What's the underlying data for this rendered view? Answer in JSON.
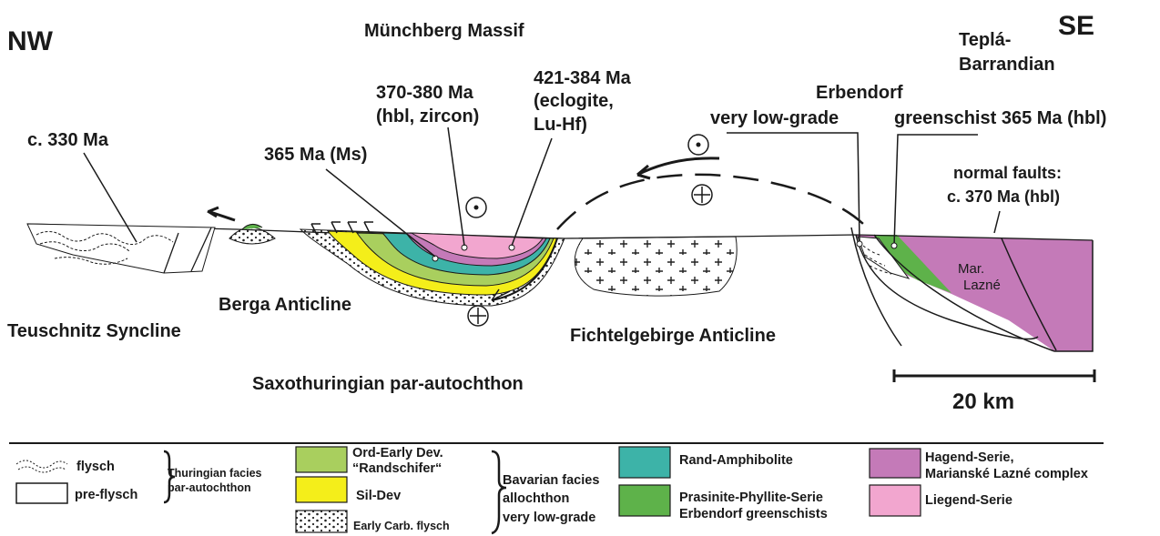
{
  "direction": {
    "nw": "NW",
    "se": "SE"
  },
  "labels": {
    "munchberg": "Münchberg Massif",
    "tepla": [
      "Teplá-",
      "Barrandian"
    ],
    "c330": "c. 330 Ma",
    "ms365": "365 Ma (Ms)",
    "hbl370": [
      "370-380 Ma",
      "(hbl, zircon)"
    ],
    "ecl421": [
      "421-384 Ma",
      "(eclogite,",
      "Lu-Hf)"
    ],
    "erbendorf": "Erbendorf",
    "verylow": "very low-grade",
    "greenschist": "greenschist 365 Ma (hbl)",
    "normal": [
      "normal faults:",
      "c. 370 Ma (hbl)"
    ],
    "berga": "Berga Anticline",
    "teuschnitz": "Teuschnitz Syncline",
    "fichtel": "Fichtelgebirge Anticline",
    "saxo": "Saxothuringian par-autochthon",
    "mar": [
      "Mar.",
      "Lazné"
    ],
    "scale": "20 km"
  },
  "legend": {
    "flysch": "flysch",
    "preflysch": "pre-flysch",
    "thuringian": [
      "Thuringian facies",
      "par-autochthon"
    ],
    "ord": [
      "Ord-Early Dev.",
      "“Randschifer“"
    ],
    "sil": "Sil-Dev",
    "carb": "Early Carb. flysch",
    "bavarian": [
      "Bavarian facies",
      "allochthon",
      "very low-grade"
    ],
    "rand": "Rand-Amphibolite",
    "prasinite": [
      "Prasinite-Phyllite-Serie",
      "Erbendorf greenschists"
    ],
    "hagend": [
      "Hagend-Serie,",
      "Marianské Lazné complex"
    ],
    "liegend": "Liegend-Serie"
  },
  "colors": {
    "ord": "#a9cf5e",
    "sil": "#f4ee1a",
    "rand": "#3db3a8",
    "prasinite": "#5eb24a",
    "hagend": "#c47ab8",
    "liegend": "#f2a6cf"
  }
}
